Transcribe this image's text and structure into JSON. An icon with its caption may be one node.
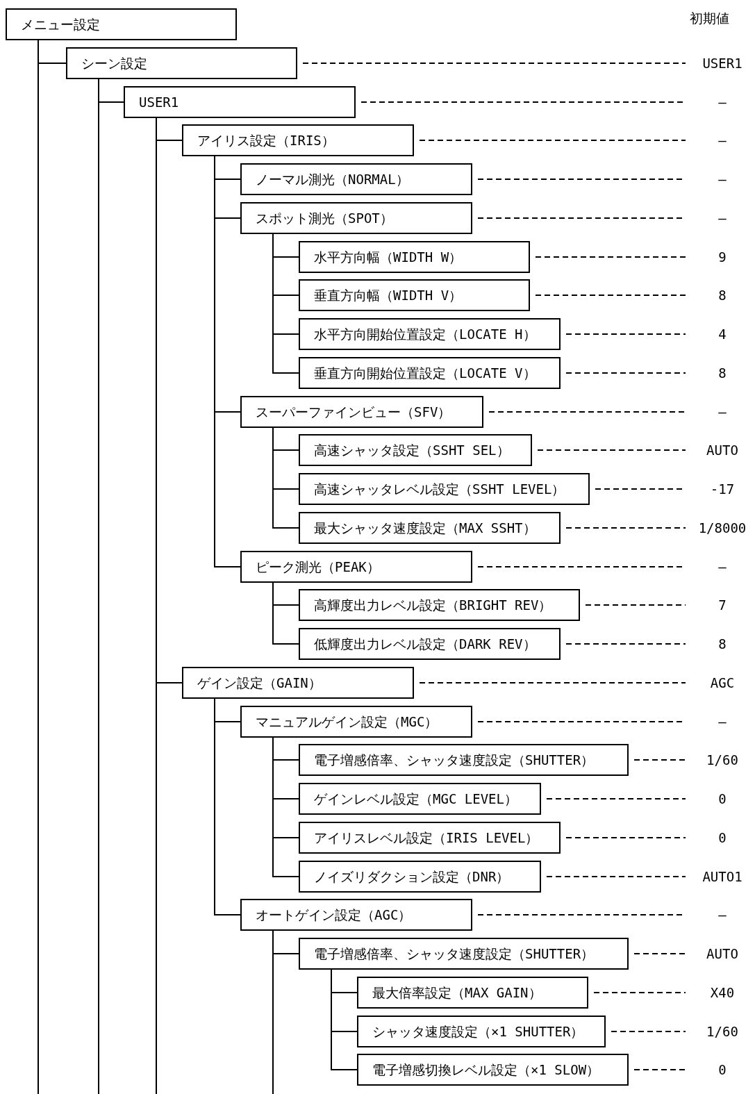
{
  "diagram": {
    "nodes": [
      {
        "text": [
          "メニュー設定"
        ]
      },
      {
        "text": [
          "シーン設定"
        ]
      },
      {
        "text": [
          "USER1"
        ]
      },
      {
        "text": [
          "USER1"
        ]
      },
      {
        "text": [
          "—"
        ]
      },
      {
        "text": [
          "アイリス設定（IRIS）"
        ]
      },
      {
        "text": [
          "—"
        ]
      },
      {
        "text": [
          "ノーマル測光（NORMAL）"
        ]
      },
      {
        "text": [
          "—"
        ]
      },
      {
        "text": [
          "スポット測光（SPOT）"
        ]
      },
      {
        "text": [
          "—"
        ]
      },
      {
        "text": [
          "水平方向幅（WIDTH W）"
        ]
      },
      {
        "text": [
          "9"
        ]
      },
      {
        "text": [
          "垂直方向幅（WIDTH V）"
        ]
      },
      {
        "text": [
          "8"
        ]
      },
      {
        "text": [
          "水平方向開始位置設定（LOCATE H）"
        ]
      },
      {
        "text": [
          "4"
        ]
      },
      {
        "text": [
          "垂直方向開始位置設定（LOCATE V）"
        ]
      },
      {
        "text": [
          "8"
        ]
      },
      {
        "text": [
          "スーパーファインビュー（SFV）"
        ]
      },
      {
        "text": [
          "—"
        ]
      },
      {
        "text": [
          "高速シャッタ設定（SSHT SEL）"
        ]
      },
      {
        "text": [
          "AUTO"
        ]
      },
      {
        "text": [
          "高速シャッタレベル設定（SSHT LEVEL）"
        ]
      },
      {
        "text": [
          "-17"
        ]
      },
      {
        "text": [
          "最大シャッタ速度設定（MAX SSHT）"
        ]
      },
      {
        "text": [
          "1/8000"
        ]
      },
      {
        "text": [
          "ピーク測光（PEAK）"
        ]
      },
      {
        "text": [
          "—"
        ]
      },
      {
        "text": [
          "高輝度出力レベル設定（BRIGHT REV）"
        ]
      },
      {
        "text": [
          "7"
        ]
      },
      {
        "text": [
          "低輝度出力レベル設定（DARK REV）"
        ]
      },
      {
        "text": [
          "8"
        ]
      },
      {
        "text": [
          "ゲイン設定（GAIN）"
        ]
      },
      {
        "text": [
          "AGC"
        ]
      },
      {
        "text": [
          "マニュアルゲイン設定（MGC）"
        ]
      },
      {
        "text": [
          "—"
        ]
      },
      {
        "text": [
          "電子増感倍率、シャッタ速度設定（SHUTTER）"
        ]
      },
      {
        "text": [
          "1/60"
        ]
      },
      {
        "text": [
          "ゲインレベル設定（MGC LEVEL）"
        ]
      },
      {
        "text": [
          "0"
        ]
      },
      {
        "text": [
          "アイリスレベル設定（IRIS LEVEL）"
        ]
      },
      {
        "text": [
          "0"
        ]
      },
      {
        "text": [
          "ノイズリダクション設定（DNR）"
        ]
      },
      {
        "text": [
          "AUTO1"
        ]
      },
      {
        "text": [
          "オートゲイン設定（AGC）"
        ]
      },
      {
        "text": [
          "—"
        ]
      },
      {
        "text": [
          "電子増感倍率、シャッタ速度設定（SHUTTER）"
        ]
      },
      {
        "text": [
          "AUTO"
        ]
      },
      {
        "text": [
          "最大倍率設定（MAX GAIN）"
        ]
      },
      {
        "text": [
          "X40"
        ]
      },
      {
        "text": [
          "シャッタ速度設定（×1 SHUTTER）"
        ]
      },
      {
        "text": [
          "1/60"
        ]
      },
      {
        "text": [
          "電子増感切換レベル設定（×1 SLOW）"
        ]
      },
      {
        "text": [
          "0"
        ]
      }
    ],
    "edges": [
      {
        "from": 0,
        "to": 1,
        "arrow": "none"
      },
      {
        "from": 1,
        "to": 3,
        "arrow": "none"
      },
      {
        "from": 3,
        "to": 5,
        "arrow": "none"
      },
      {
        "from": 5,
        "to": 7,
        "arrow": "none"
      },
      {
        "from": 5,
        "to": 9,
        "arrow": "none"
      },
      {
        "from": 9,
        "to": 11,
        "arrow": "none"
      },
      {
        "from": 9,
        "to": 13,
        "arrow": "none"
      },
      {
        "from": 9,
        "to": 15,
        "arrow": "none"
      },
      {
        "from": 9,
        "to": 17,
        "arrow": "none"
      },
      {
        "from": 5,
        "to": 19,
        "arrow": "none"
      },
      {
        "from": 19,
        "to": 21,
        "arrow": "none"
      },
      {
        "from": 19,
        "to": 23,
        "arrow": "none"
      },
      {
        "from": 19,
        "to": 25,
        "arrow": "none"
      },
      {
        "from": 5,
        "to": 27,
        "arrow": "none"
      },
      {
        "from": 27,
        "to": 29,
        "arrow": "none"
      },
      {
        "from": 27,
        "to": 31,
        "arrow": "none"
      },
      {
        "from": 3,
        "to": 33,
        "arrow": "none"
      },
      {
        "from": 33,
        "to": 35,
        "arrow": "none"
      },
      {
        "from": 35,
        "to": 37,
        "arrow": "none"
      },
      {
        "from": 35,
        "to": 39,
        "arrow": "none"
      },
      {
        "from": 35,
        "to": 41,
        "arrow": "none"
      },
      {
        "from": 35,
        "to": 43,
        "arrow": "none"
      },
      {
        "from": 33,
        "to": 45,
        "arrow": "none"
      },
      {
        "from": 45,
        "to": 47,
        "arrow": "none"
      },
      {
        "from": 47,
        "to": 49,
        "arrow": "none"
      },
      {
        "from": 47,
        "to": 51,
        "arrow": "none"
      },
      {
        "from": 47,
        "to": 53,
        "arrow": "none"
      },
      {
        "from": 1,
        "to": 2,
        "arrow": "none",
        "style": "dashed"
      },
      {
        "from": 3,
        "to": 4,
        "arrow": "none",
        "style": "dashed"
      },
      {
        "from": 5,
        "to": 6,
        "arrow": "none",
        "style": "dashed"
      },
      {
        "from": 7,
        "to": 8,
        "arrow": "none",
        "style": "dashed"
      },
      {
        "from": 9,
        "to": 10,
        "arrow": "none",
        "style": "dashed"
      },
      {
        "from": 11,
        "to": 12,
        "arrow": "none",
        "style": "dashed"
      },
      {
        "from": 13,
        "to": 14,
        "arrow": "none",
        "style": "dashed"
      },
      {
        "from": 15,
        "to": 16,
        "arrow": "none",
        "style": "dashed"
      },
      {
        "from": 17,
        "to": 18,
        "arrow": "none",
        "style": "dashed"
      },
      {
        "from": 19,
        "to": 20,
        "arrow": "none",
        "style": "dashed"
      },
      {
        "from": 21,
        "to": 22,
        "arrow": "none",
        "style": "dashed"
      },
      {
        "from": 23,
        "to": 24,
        "arrow": "none",
        "style": "dashed"
      },
      {
        "from": 25,
        "to": 26,
        "arrow": "none",
        "style": "dashed"
      },
      {
        "from": 27,
        "to": 28,
        "arrow": "none",
        "style": "dashed"
      },
      {
        "from": 29,
        "to": 30,
        "arrow": "none",
        "style": "dashed"
      },
      {
        "from": 31,
        "to": 32,
        "arrow": "none",
        "style": "dashed"
      },
      {
        "from": 33,
        "to": 34,
        "arrow": "none",
        "style": "dashed"
      },
      {
        "from": 35,
        "to": 36,
        "arrow": "none",
        "style": "dashed"
      },
      {
        "from": 37,
        "to": 38,
        "arrow": "none",
        "style": "dashed"
      },
      {
        "from": 39,
        "to": 40,
        "arrow": "none",
        "style": "dashed"
      },
      {
        "from": 41,
        "to": 42,
        "arrow": "none",
        "style": "dashed"
      },
      {
        "from": 43,
        "to": 44,
        "arrow": "none",
        "style": "dashed"
      },
      {
        "from": 45,
        "to": 46,
        "arrow": "none",
        "style": "dashed"
      },
      {
        "from": 47,
        "to": 48,
        "arrow": "none",
        "style": "dashed"
      },
      {
        "from": 49,
        "to": 50,
        "arrow": "none",
        "style": "dashed"
      },
      {
        "from": 51,
        "to": 52,
        "arrow": "none",
        "style": "dashed"
      },
      {
        "from": 53,
        "to": 54,
        "arrow": "none",
        "style": "dashed"
      }
    ],
    "labels": [
      "初期値"
    ]
  }
}
